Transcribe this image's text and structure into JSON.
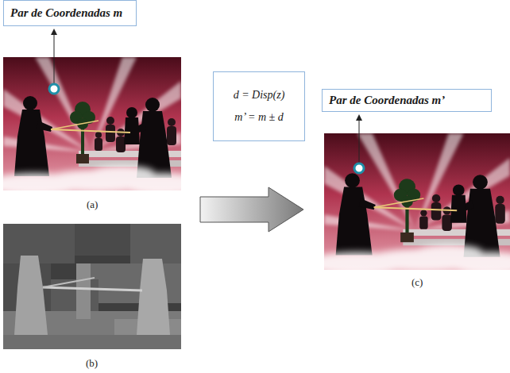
{
  "diagram": {
    "nodes": [
      {
        "text": [
          "Par de Coordenadas m"
        ]
      },
      {
        "text": [
          "d = Disp(z)",
          "m’ = m ± d"
        ]
      },
      {
        "text": [
          "Par de Coordenadas m’"
        ]
      }
    ],
    "labels": [
      "(a)",
      "(b)",
      "(c)"
    ]
  }
}
